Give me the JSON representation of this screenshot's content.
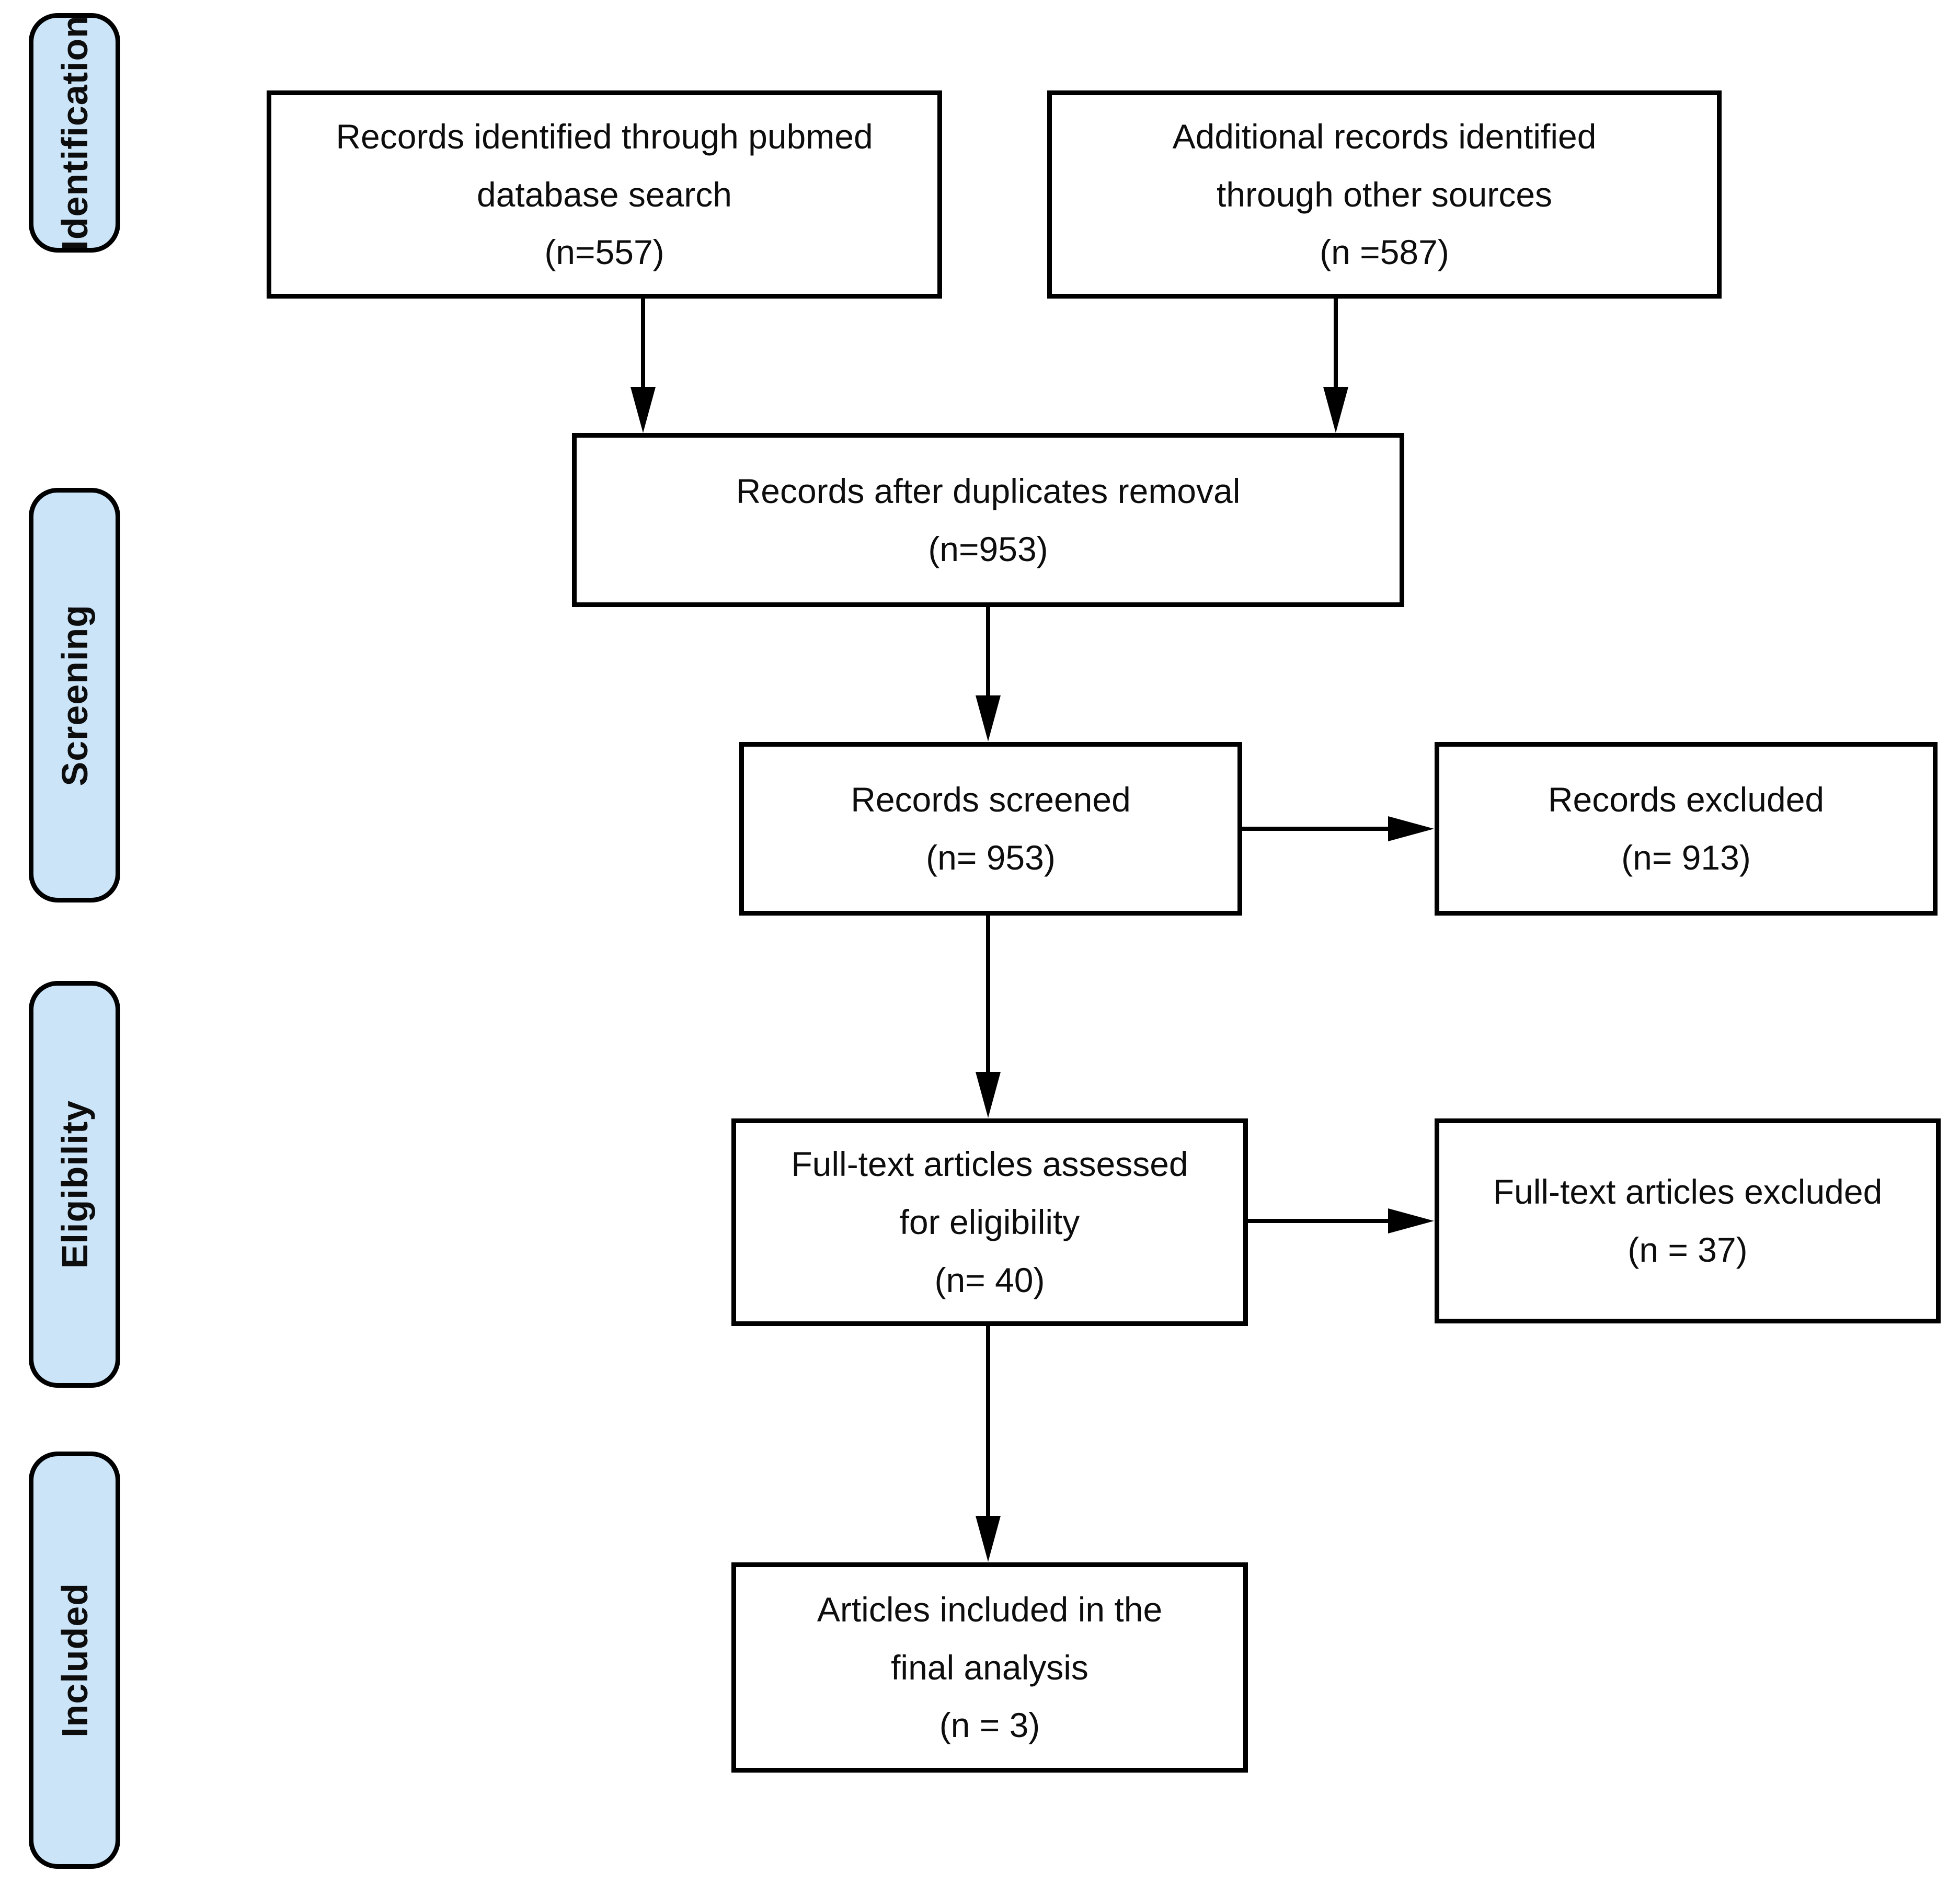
{
  "colors": {
    "stage_fill": "#cbe4f8",
    "line": "#000000",
    "text": "#0d0d0d",
    "box_bg": "#ffffff"
  },
  "stages": [
    {
      "id": "identification",
      "label": "Identification"
    },
    {
      "id": "screening",
      "label": "Screening"
    },
    {
      "id": "eligibility",
      "label": "Eligibility"
    },
    {
      "id": "included",
      "label": "Included"
    }
  ],
  "boxes": {
    "pubmed": {
      "lines": [
        "Records identified through pubmed",
        "database search",
        "(n=557)"
      ]
    },
    "other_sources": {
      "lines": [
        "Additional records identified",
        "through other sources",
        "(n =587)"
      ]
    },
    "duplicates_removed": {
      "lines": [
        "Records after duplicates removal",
        "(n=953)"
      ]
    },
    "screened": {
      "lines": [
        "Records screened",
        "(n= 953)"
      ]
    },
    "records_excluded": {
      "lines": [
        "Records excluded",
        "(n= 913)"
      ]
    },
    "fulltext_assessed": {
      "lines": [
        "Full-text articles assessed",
        "for eligibility",
        "(n= 40)"
      ]
    },
    "fulltext_excluded": {
      "lines": [
        "Full-text articles excluded",
        "(n = 37)"
      ]
    },
    "final_included": {
      "lines": [
        "Articles included in the",
        "final analysis",
        "(n = 3)"
      ]
    }
  }
}
